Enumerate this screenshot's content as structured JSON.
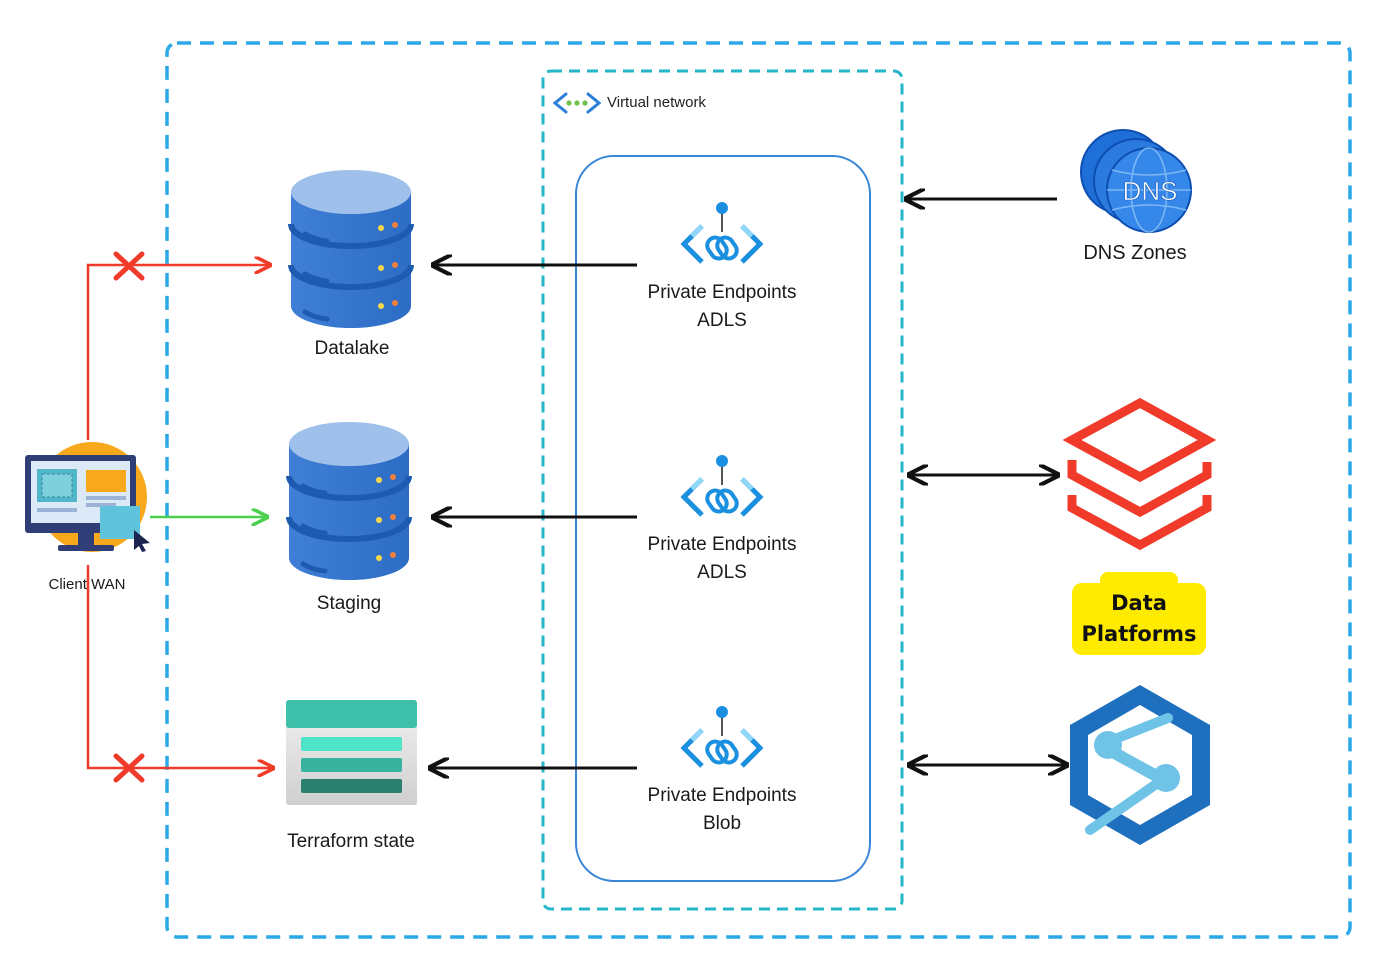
{
  "diagram": {
    "vnet_label": "Virtual network",
    "client_label": "Client WAN",
    "storage": {
      "datalake": "Datalake",
      "staging": "Staging",
      "terraform": "Terraform state"
    },
    "endpoints": [
      {
        "line1": "Private Endpoints",
        "line2": "ADLS"
      },
      {
        "line1": "Private Endpoints",
        "line2": "ADLS"
      },
      {
        "line1": "Private Endpoints",
        "line2": "Blob"
      }
    ],
    "dns_label": "DNS Zones",
    "dns_icon_text": "DNS",
    "badge_line1": "Data",
    "badge_line2": "Platforms"
  },
  "colors": {
    "outer_border": "#2aa8e8",
    "vnet_border": "#25b6c9",
    "subnet_border": "#3a86d6",
    "blocked_link": "#f03a2a",
    "allowed_link": "#4ccf4f",
    "arrow": "#111111",
    "databricks": "#f03a2a",
    "synapse": "#1f6fbf",
    "badge": "#ffeb00"
  },
  "icons": [
    "vnet-icon",
    "client-computer-icon",
    "database-icon",
    "storage-account-icon",
    "private-endpoint-icon",
    "dns-zone-icon",
    "databricks-icon",
    "synapse-icon",
    "blocked-x-icon"
  ]
}
